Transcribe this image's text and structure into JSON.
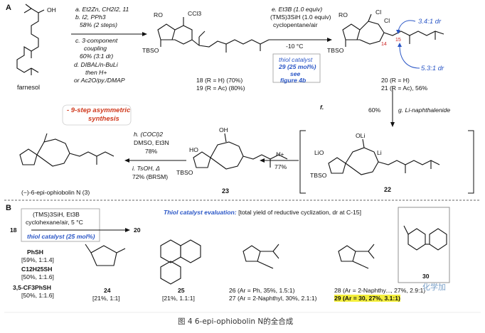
{
  "panelA": {
    "label": "A",
    "farnesol": "farnesol",
    "oh": "OH",
    "conditionsA": {
      "a": "a. Et2Zn, CH2I2, 11",
      "b": "b. I2, PPh3",
      "ab_yield": "58% (2 steps)",
      "c1": "c. 3-component",
      "c2": "coupling",
      "c_yield": "60% (3:1 dr)",
      "d1": "d. DIBAL/n-BuLi",
      "d2": "then H+",
      "d3": "or Ac2O/py./DMAP"
    },
    "cmp18_19": {
      "r_o": "RO",
      "ccl3": "CCl3",
      "tbso": "TBSO",
      "line1": "18 (R = H) (70%)",
      "line2": "19 (R = Ac) (80%)"
    },
    "conditionsE": {
      "e1": "e. Et3B (1.0 equiv)",
      "e2": "(TMS)3SiH (1.0 equiv)",
      "e3": "cyclopentane/air",
      "e4": "-10 °C",
      "cat1": "thiol catalyst",
      "cat2": "29 (25 mol%)",
      "cat3": "see",
      "cat4": "figure 4b"
    },
    "cmp20_21": {
      "r_o": "RO",
      "cl": "Cl",
      "cl2": "Cl",
      "tbso": "TBSO",
      "c14": "14",
      "c15": "15",
      "dr1": "3.4:1 dr",
      "dr2": "5.3:1 dr",
      "line1": "20 (R = H)",
      "line2": "21 (R = Ac), 56%"
    },
    "stepF": "f.",
    "stepF_yield": "60%",
    "stepG": "g. Li-naphthalenide",
    "highlight1": "- 9-step asymmetric",
    "highlight2": "synthesis",
    "conditionsH": {
      "h1": "h. (COCl)2",
      "h2": "DMSO, Et3N",
      "h3": "78%",
      "i1": "i. TsOH, Δ",
      "i2": "72% (BRSM)"
    },
    "product": "(−)-6-epi-ophiobolin N (3)",
    "cmp23": "23",
    "cmp22": "22",
    "hplus": "H+",
    "hplus_yield": "77%",
    "oli": "OLi",
    "lio": "LiO",
    "li": "Li",
    "tbso": "TBSO",
    "ho": "HO"
  },
  "panelB": {
    "label": "B",
    "conditions1": "(TMS)3SiH, Et3B",
    "conditions2": "cyclohexane/air, 5 °C",
    "conditions3": "thiol catalyst (25 mol%)",
    "from": "18",
    "to": "20",
    "title": "Thiol catalyst evaluation:",
    "title_rest": "[total yield of reductive cyclization, dr at C-15]",
    "thiols": [
      {
        "name": "PhSH",
        "result": "[59%, 1:1.4]"
      },
      {
        "name": "C12H25SH",
        "result": "[50%, 1:1.6]"
      },
      {
        "name": "3,5-CF3PhSH",
        "result": "[50%, 1:1.6]"
      }
    ],
    "c24": {
      "label": "24",
      "result": "[21%, 1:1]"
    },
    "c25": {
      "label": "25",
      "result": "[21%, 1.1:1]"
    },
    "c26": "26 (Ar = Ph, 35%, 1.5:1)",
    "c27": "27 (Ar = 2-Naphthyl, 30%, 2.1:1)",
    "c28": "28 (Ar = 2-Naphthy..., 27%, 2.9:1)",
    "c29": "29 (Ar = 30, 27%, 3.1:1)",
    "c30": "30"
  },
  "watermark": "化学加",
  "caption": "图 4 6-epi-ophiobolin N的全合成"
}
